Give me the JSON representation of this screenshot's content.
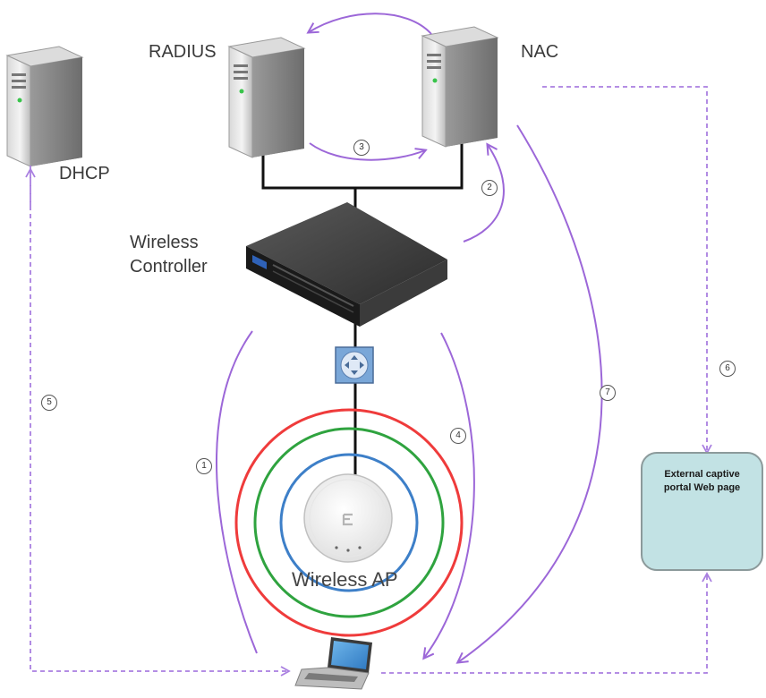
{
  "labels": {
    "radius": "RADIUS",
    "nac": "NAC",
    "dhcp": "DHCP",
    "controller_line1": "Wireless",
    "controller_line2": "Controller",
    "access_point": "Wireless AP",
    "portal_line1": "External captive",
    "portal_line2": "portal Web page"
  },
  "steps": [
    "1",
    "2",
    "3",
    "4",
    "5",
    "6",
    "7"
  ],
  "colors": {
    "flow_arrow": "#9c67d8",
    "dashed_flow": "#a97fe0",
    "cable": "#111111",
    "ring_outer": "#ef3b3b",
    "ring_middle": "#2fa33f",
    "ring_inner": "#3d7fc8",
    "portal_fill": "#c2e2e4",
    "switch_icon": "#7aa7d8"
  },
  "icons": [
    "server-icon",
    "network-controller-icon",
    "switch-icon",
    "access-point-icon",
    "laptop-icon"
  ]
}
